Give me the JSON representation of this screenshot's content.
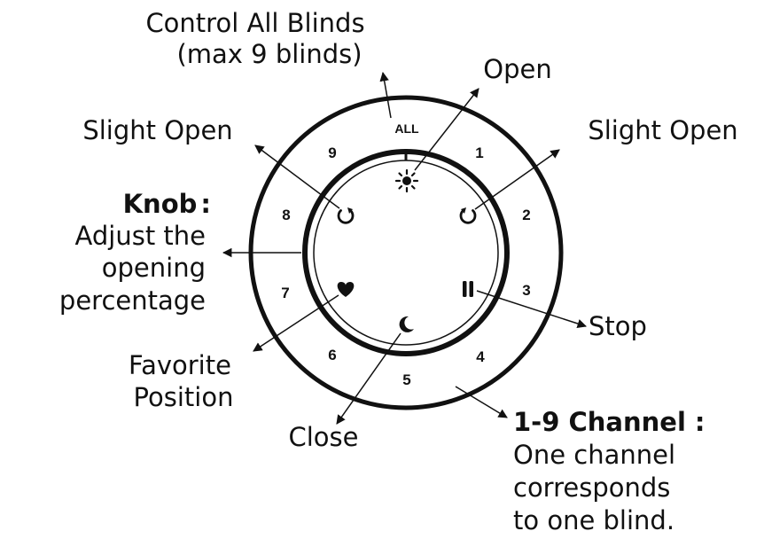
{
  "labels": {
    "control_all_line1": "Control All Blinds",
    "control_all_line2": "(max 9 blinds)",
    "open": "Open",
    "slight_open_left": "Slight Open",
    "slight_open_right": "Slight Open",
    "knob_title": "Knob",
    "knob_colon": ":",
    "knob_line1": "Adjust the",
    "knob_line2": "opening",
    "knob_line3": "percentage",
    "stop": "Stop",
    "favorite_line1": "Favorite",
    "favorite_line2": "Position",
    "close": "Close",
    "channel_title": "1-9 Channel",
    "channel_colon": ":",
    "channel_line1": "One channel",
    "channel_line2": "corresponds",
    "channel_line3": "to one blind."
  },
  "remote": {
    "all_label": "ALL",
    "channels": [
      "1",
      "2",
      "3",
      "4",
      "5",
      "6",
      "7",
      "8",
      "9"
    ]
  },
  "icons": [
    "sun-icon",
    "rotate-right-icon",
    "rotate-left-icon",
    "pause-icon",
    "moon-icon",
    "heart-icon"
  ],
  "colors": {
    "ink": "#111111",
    "background": "#ffffff"
  }
}
